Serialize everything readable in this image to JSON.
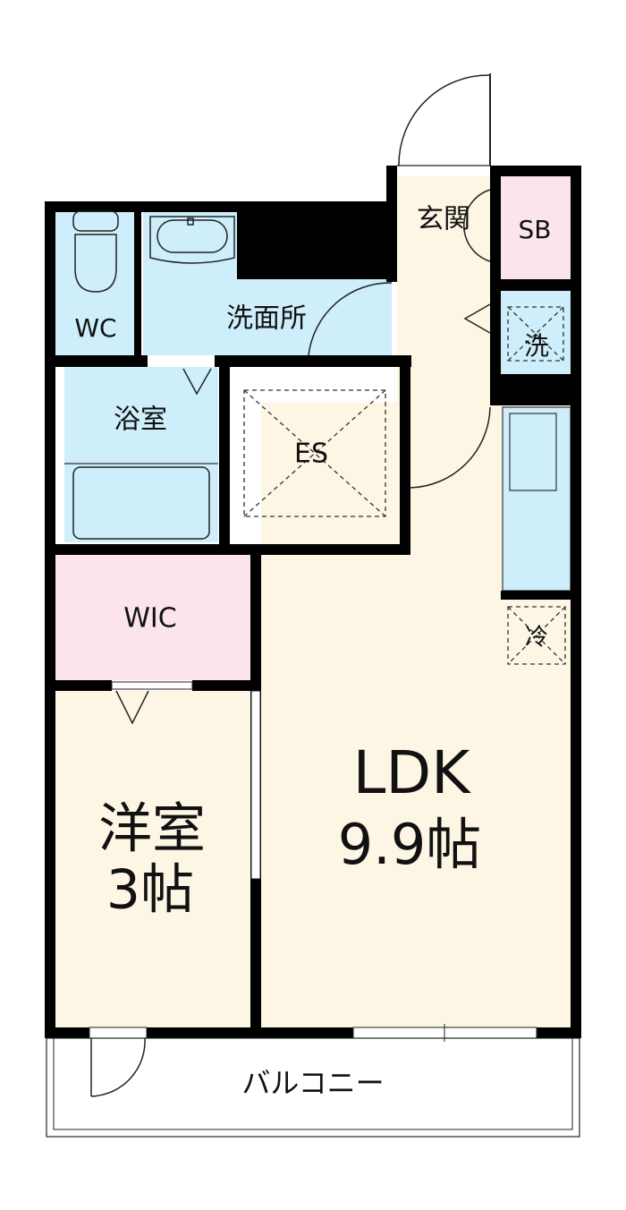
{
  "colors": {
    "wet": "#cdeefa",
    "living": "#fdf6e4",
    "storage": "#fbe4ee",
    "wall": "#000000"
  },
  "rooms": {
    "entrance": "玄関",
    "shoe_box": "SB",
    "toilet": "WC",
    "washroom": "洗面所",
    "laundry": "洗",
    "bathroom": "浴室",
    "es": "ES",
    "wic": "WIC",
    "fridge": "冷",
    "ldk_name": "LDK",
    "ldk_size": "9.9帖",
    "western_name": "洋室",
    "western_size": "3帖",
    "balcony": "バルコニー"
  }
}
